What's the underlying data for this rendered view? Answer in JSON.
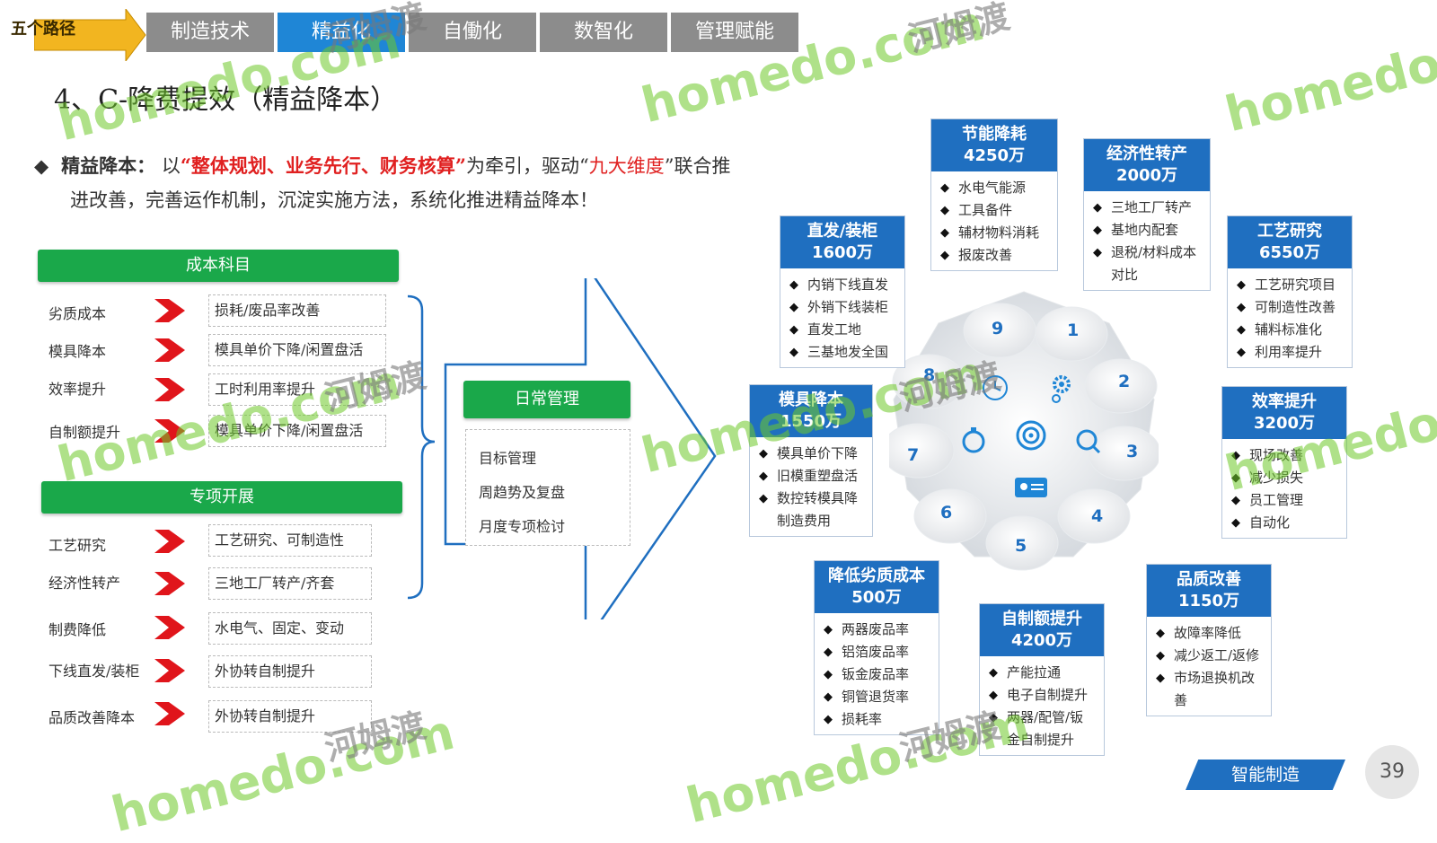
{
  "nav": {
    "path_label": "五个路径",
    "tabs": [
      {
        "label": "制造技术"
      },
      {
        "label": "精益化"
      },
      {
        "label": "自働化"
      },
      {
        "label": "数智化"
      },
      {
        "label": "管理赋能"
      }
    ]
  },
  "title": "4、C-降费提效（精益降本）",
  "intro": {
    "lead": "精益降本：",
    "t1": "以",
    "q1": "“整体规划、业务先行、财务核算”",
    "t2": "为牵引，驱动“",
    "q2": "九大维度",
    "t3": "”联合推",
    "line2": "进改善，完善运作机制，沉淀实施方法，系统化推进精益降本！"
  },
  "cost_subjects": {
    "header": "成本科目",
    "rows": [
      {
        "label": "劣质成本",
        "value": "损耗/废品率改善"
      },
      {
        "label": "模具降本",
        "value": "模具单价下降/闲置盘活"
      },
      {
        "label": "效率提升",
        "value": "工时利用率提升"
      },
      {
        "label": "自制额提升",
        "value": "模具单价下降/闲置盘活"
      }
    ]
  },
  "special": {
    "header": "专项开展",
    "rows": [
      {
        "label": "工艺研究",
        "value": "工艺研究、可制造性"
      },
      {
        "label": "经济性转产",
        "value": "三地工厂转产/齐套"
      },
      {
        "label": "制费降低",
        "value": "水电气、固定、变动"
      },
      {
        "label": "下线直发/装柜",
        "value": "外协转自制提升"
      },
      {
        "label": "品质改善降本",
        "value": "外协转自制提升"
      }
    ]
  },
  "daily": {
    "header": "日常管理",
    "items": [
      "目标管理",
      "周趋势及复盘",
      "月度专项检讨"
    ]
  },
  "wheel_numbers": [
    "1",
    "2",
    "3",
    "4",
    "5",
    "6",
    "7",
    "8",
    "9"
  ],
  "cards": {
    "c1": {
      "title": "节能降耗",
      "amount": "4250万",
      "items": [
        "水电气能源",
        "工具备件",
        "辅材物料消耗",
        "报废改善"
      ]
    },
    "c2": {
      "title": "经济性转产",
      "amount": "2000万",
      "items": [
        "三地工厂转产",
        "基地内配套",
        "退税/材料成本对比"
      ]
    },
    "c3": {
      "title": "工艺研究",
      "amount": "6550万",
      "items": [
        "工艺研究项目",
        "可制造性改善",
        "辅料标准化",
        "利用率提升"
      ]
    },
    "c4": {
      "title": "直发/装柜",
      "amount": "1600万",
      "items": [
        "内销下线直发",
        "外销下线装柜",
        "直发工地",
        "三基地发全国"
      ]
    },
    "c5": {
      "title": "模具降本",
      "amount": "1550万",
      "items": [
        "模具单价下降",
        "旧模重塑盘活",
        "数控转模具降制造费用"
      ]
    },
    "c6": {
      "title": "效率提升",
      "amount": "3200万",
      "items": [
        "现场改善",
        "减少损失",
        "员工管理",
        "自动化"
      ]
    },
    "c7": {
      "title": "降低劣质成本",
      "amount": "500万",
      "items": [
        "两器废品率",
        "铝箔废品率",
        "钣金废品率",
        "铜管退货率",
        "损耗率"
      ]
    },
    "c8": {
      "title": "自制额提升",
      "amount": "4200万",
      "items": [
        "产能拉通",
        "电子自制提升",
        "两器/配管/钣金自制提升"
      ]
    },
    "c9": {
      "title": "品质改善",
      "amount": "1150万",
      "items": [
        "故障率降低",
        "减少返工/返修",
        "市场退换机改善"
      ]
    }
  },
  "watermarks": {
    "brand": "homedo.com",
    "cn": "河姆渡"
  },
  "footer": {
    "tag": "智能制造",
    "page": "39"
  },
  "colors": {
    "tab_gray": "#8c8c8c",
    "tab_active": "#1f86d6",
    "green": "#1aa84a",
    "card_blue": "#1f6fc0",
    "red": "#e02020"
  }
}
